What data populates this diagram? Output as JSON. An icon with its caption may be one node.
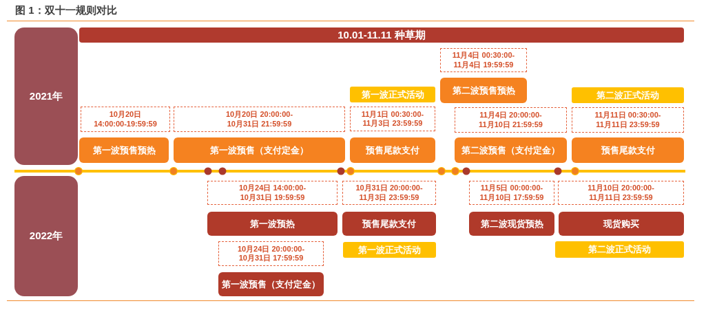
{
  "diagram": {
    "title": "图 1：双十一规则对比",
    "nodes": [
      {
        "text": [
          "2021年"
        ]
      },
      {
        "text": [
          "10.01-11.11 种草期"
        ]
      },
      {
        "text": [
          "11月4日 00:30:00- 11月4日 19:59:59"
        ]
      },
      {
        "text": [
          "第一波正式活动"
        ]
      },
      {
        "text": [
          "第二波预售预热"
        ]
      },
      {
        "text": [
          "第二波正式活动"
        ]
      },
      {
        "text": [
          "10月20日 14:00:00-19:59:59"
        ]
      },
      {
        "text": [
          "10月20日 20:00:00- 10月31日 21:59:59"
        ]
      },
      {
        "text": [
          "11月1日 00:30:00- 11月3日 23:59:59"
        ]
      },
      {
        "text": [
          "11月4日 20:00:00- 11月10日 21:59:59"
        ]
      },
      {
        "text": [
          "11月11日 00:30:00- 11月11日 23:59:59"
        ]
      },
      {
        "text": [
          "第一波预售预热"
        ]
      },
      {
        "text": [
          "第一波预售（支付定金）"
        ]
      },
      {
        "text": [
          "预售尾款支付"
        ]
      },
      {
        "text": [
          "第二波预售（支付定金）"
        ]
      },
      {
        "text": [
          "预售尾款支付"
        ]
      },
      {
        "text": [
          "2022年"
        ]
      },
      {
        "text": [
          "10月24日 14:00:00- 10月31日 19:59:59"
        ]
      },
      {
        "text": [
          "10月31日 20:00:00- 11月3日 23:59:59"
        ]
      },
      {
        "text": [
          "11月5日 00:00:00- 11月10日 17:59:59"
        ]
      },
      {
        "text": [
          "11月10日 20:00:00- 11月11日 23:59:59"
        ]
      },
      {
        "text": [
          "第一波预热"
        ]
      },
      {
        "text": [
          "预售尾款支付"
        ]
      },
      {
        "text": [
          "第二波现货预热"
        ]
      },
      {
        "text": [
          "现货购买"
        ]
      },
      {
        "text": [
          "第一波正式活动"
        ]
      },
      {
        "text": [
          "第二波正式活动"
        ]
      },
      {
        "text": [
          "10月24日 20:00:00- 10月31日 17:59:59"
        ]
      },
      {
        "text": [
          "第一波预售（支付定金）"
        ]
      }
    ]
  }
}
